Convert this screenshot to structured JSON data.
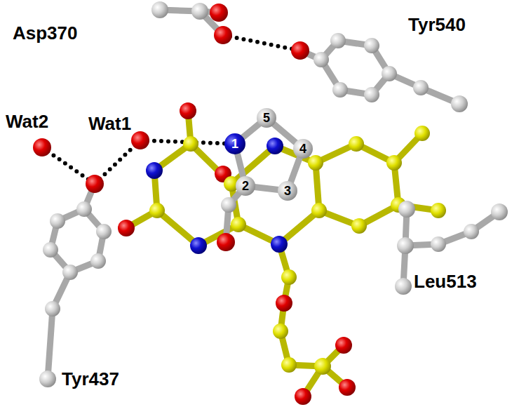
{
  "diagram": {
    "labels": [
      "Asp370",
      "Tyr540",
      "Wat2",
      "Wat1",
      "Tyr437",
      "Leu513",
      "1",
      "2",
      "3",
      "4",
      "5"
    ]
  }
}
